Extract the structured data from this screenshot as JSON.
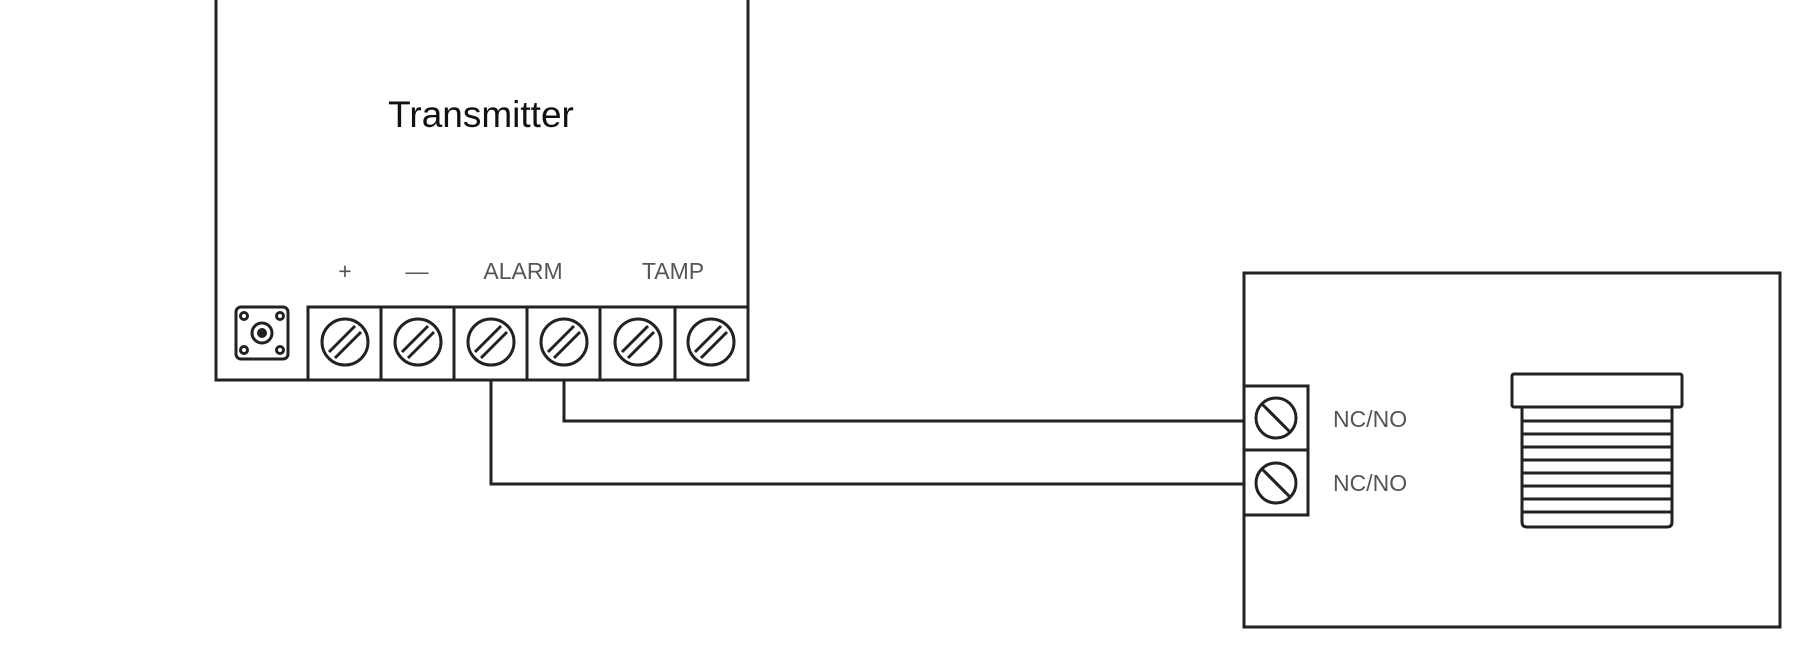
{
  "transmitter": {
    "title": "Transmitter",
    "labels": {
      "plus": "+",
      "minus": "—",
      "alarm": "ALARM",
      "tamp": "TAMP"
    }
  },
  "device": {
    "terminal_labels": [
      "NC/NO",
      "NC/NO"
    ]
  },
  "colors": {
    "stroke": "#222222",
    "label": "#555555"
  }
}
